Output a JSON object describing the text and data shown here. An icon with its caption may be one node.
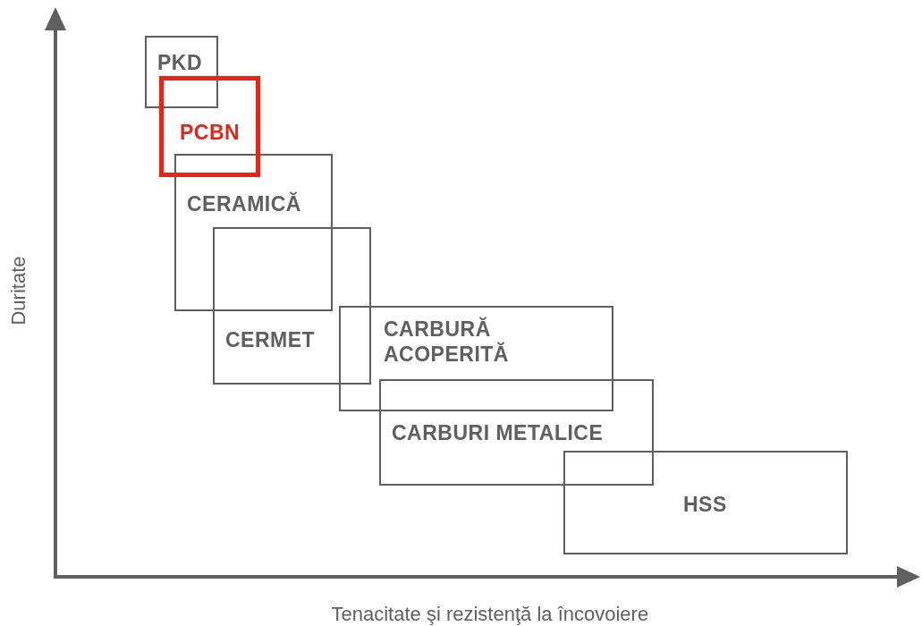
{
  "diagram": {
    "nodes": [
      {
        "text": [
          "PKD"
        ]
      },
      {
        "text": [
          "PCBN"
        ]
      },
      {
        "text": [
          "CERAMICĂ"
        ]
      },
      {
        "text": [
          "CERMET"
        ]
      },
      {
        "text": [
          "CARBURĂ ACOPERITĂ"
        ]
      },
      {
        "text": [
          "CARBURI METALICE"
        ]
      },
      {
        "text": [
          "HSS"
        ]
      }
    ],
    "labels": [
      "Duritate",
      "Tenacitate şi rezistenţă la încovoiere"
    ]
  }
}
